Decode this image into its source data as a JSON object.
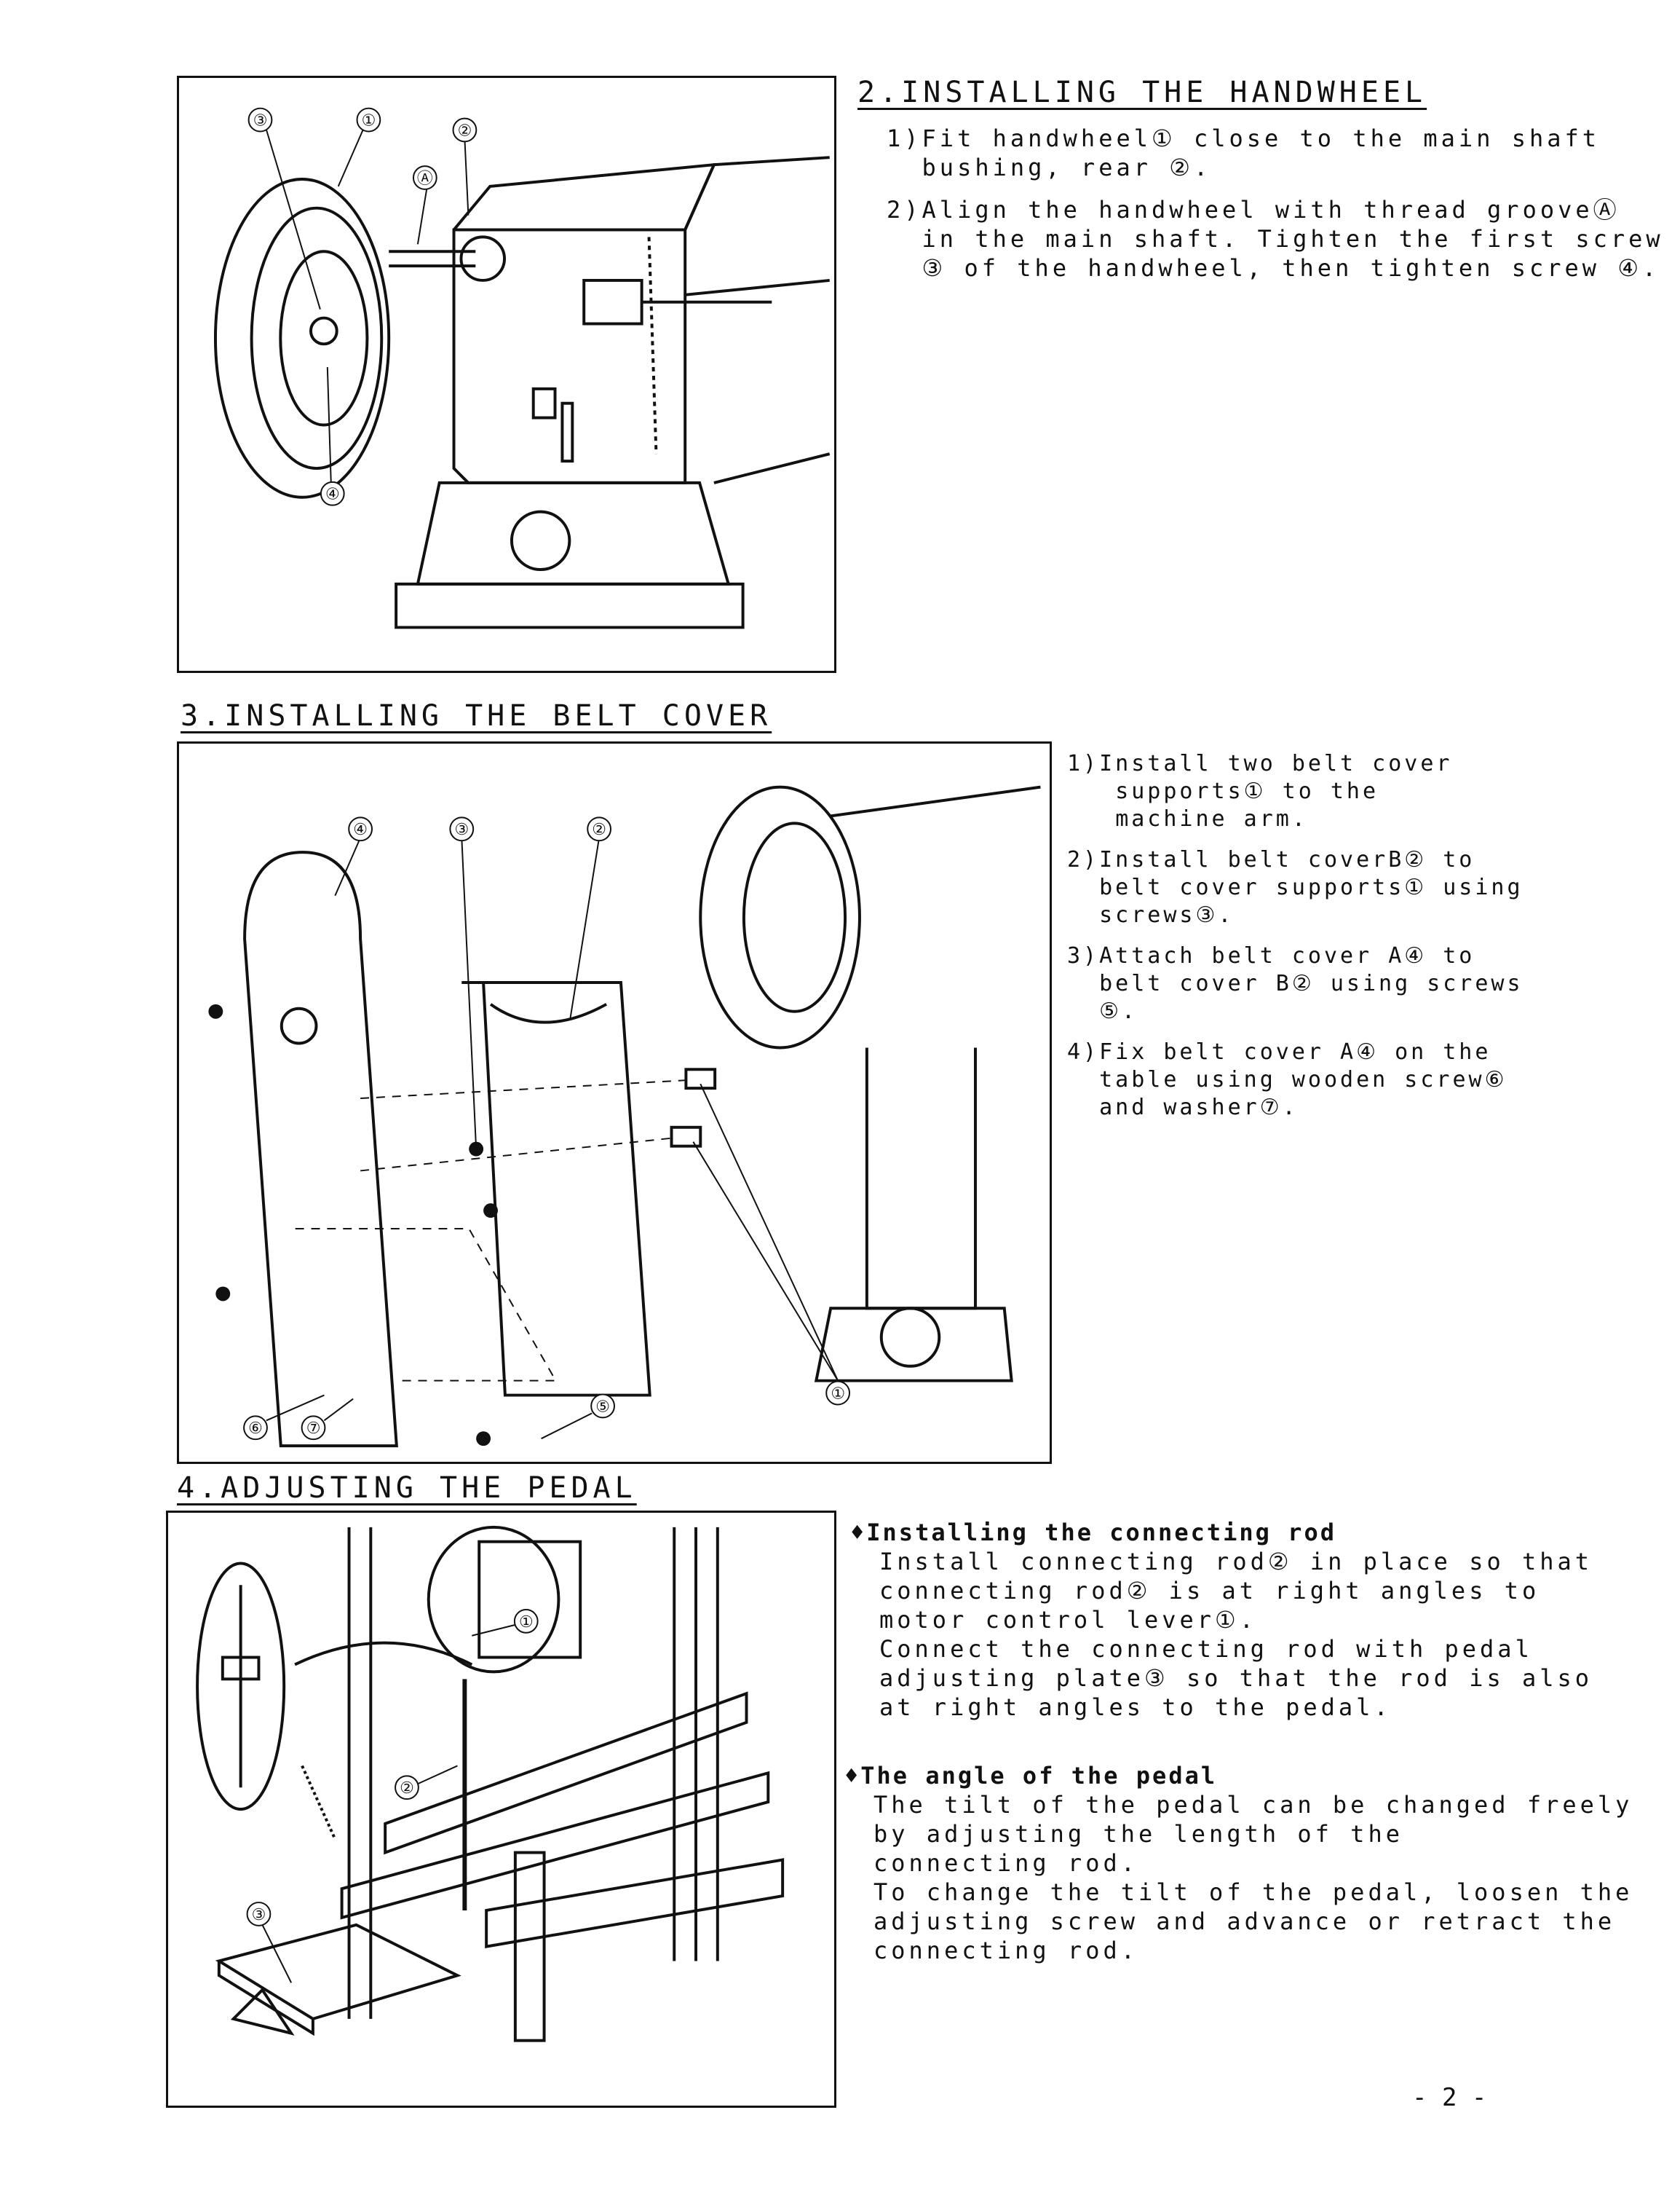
{
  "section2": {
    "heading": "2.INSTALLING THE HANDWHEEL",
    "steps": [
      "1)Fit handwheel① close to the main shaft\n  bushing, rear ②.",
      "2)Align the handwheel with thread grooveⒶ\n  in the main shaft. Tighten the first screw\n  ③ of the handwheel, then tighten screw ④."
    ],
    "callouts": [
      "③",
      "①",
      "②",
      "Ⓐ",
      "④"
    ]
  },
  "section3": {
    "heading": "3.INSTALLING THE BELT COVER",
    "steps": [
      "1)Install two belt cover\n   supports① to the\n   machine arm.",
      "2)Install belt coverB② to\n  belt cover supports① using\n  screws③.",
      "3)Attach belt cover A④ to\n  belt cover B② using screws\n  ⑤.",
      "4)Fix belt cover A④ on the\n  table using wooden screw⑥\n  and washer⑦."
    ],
    "callouts": [
      "④",
      "③",
      "②",
      "①",
      "⑥",
      "⑦",
      "⑤"
    ]
  },
  "section4": {
    "heading": "4.ADJUSTING THE PEDAL",
    "sub1_title": "♦Installing the connecting rod",
    "sub1_lines": [
      "Install connecting rod② in place so that",
      "connecting rod② is at right angles to",
      "motor control lever①.",
      "Connect the connecting rod with pedal",
      "adjusting plate③ so that the rod is also",
      "at right angles to the pedal."
    ],
    "sub2_title": "♦The angle of the pedal",
    "sub2_lines": [
      "The tilt of the pedal can be changed freely",
      "by adjusting the length of the",
      "connecting rod.",
      "To change the tilt of the pedal, loosen the",
      "adjusting screw and advance or retract the",
      "connecting rod."
    ],
    "callouts": [
      "①",
      "②",
      "③"
    ]
  },
  "page_number": "- 2 -"
}
